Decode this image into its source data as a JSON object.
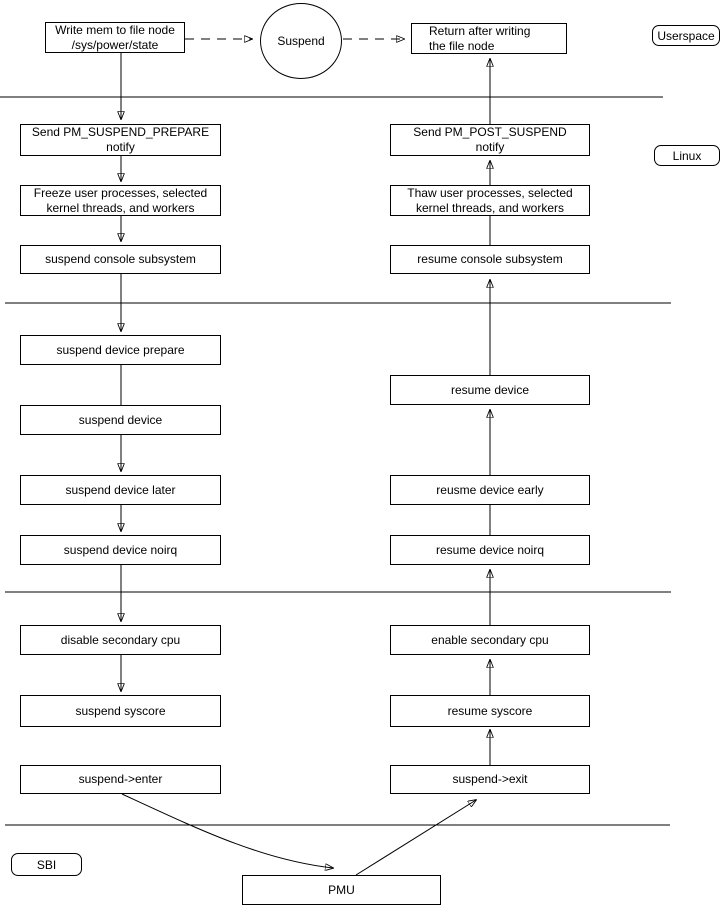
{
  "zones": {
    "userspace": "Userspace",
    "linux": "Linux",
    "sbi": "SBI"
  },
  "userspace_flow": {
    "write_node": "Write mem to file node\n/sys/power/state",
    "suspend_state": "Suspend",
    "return_node": "Return after writing\nthe file node"
  },
  "suspend_steps": [
    "Send PM_SUSPEND_PREPARE\nnotify",
    "Freeze user processes, selected\nkernel threads, and workers",
    "suspend console subsystem",
    "suspend device prepare",
    "suspend device",
    "suspend device later",
    "suspend device noirq",
    "disable secondary cpu",
    "suspend syscore",
    "suspend->enter"
  ],
  "resume_steps": [
    "Send PM_POST_SUSPEND\nnotify",
    "Thaw user processes, selected\nkernel threads, and workers",
    "resume console subsystem",
    "resume device",
    "reusme device early",
    "resume device noirq",
    "enable secondary cpu",
    "resume syscore",
    "suspend->exit"
  ],
  "sbi_flow": {
    "pmu": "PMU"
  },
  "colors": {
    "stroke": "#000000",
    "background": "#ffffff"
  }
}
